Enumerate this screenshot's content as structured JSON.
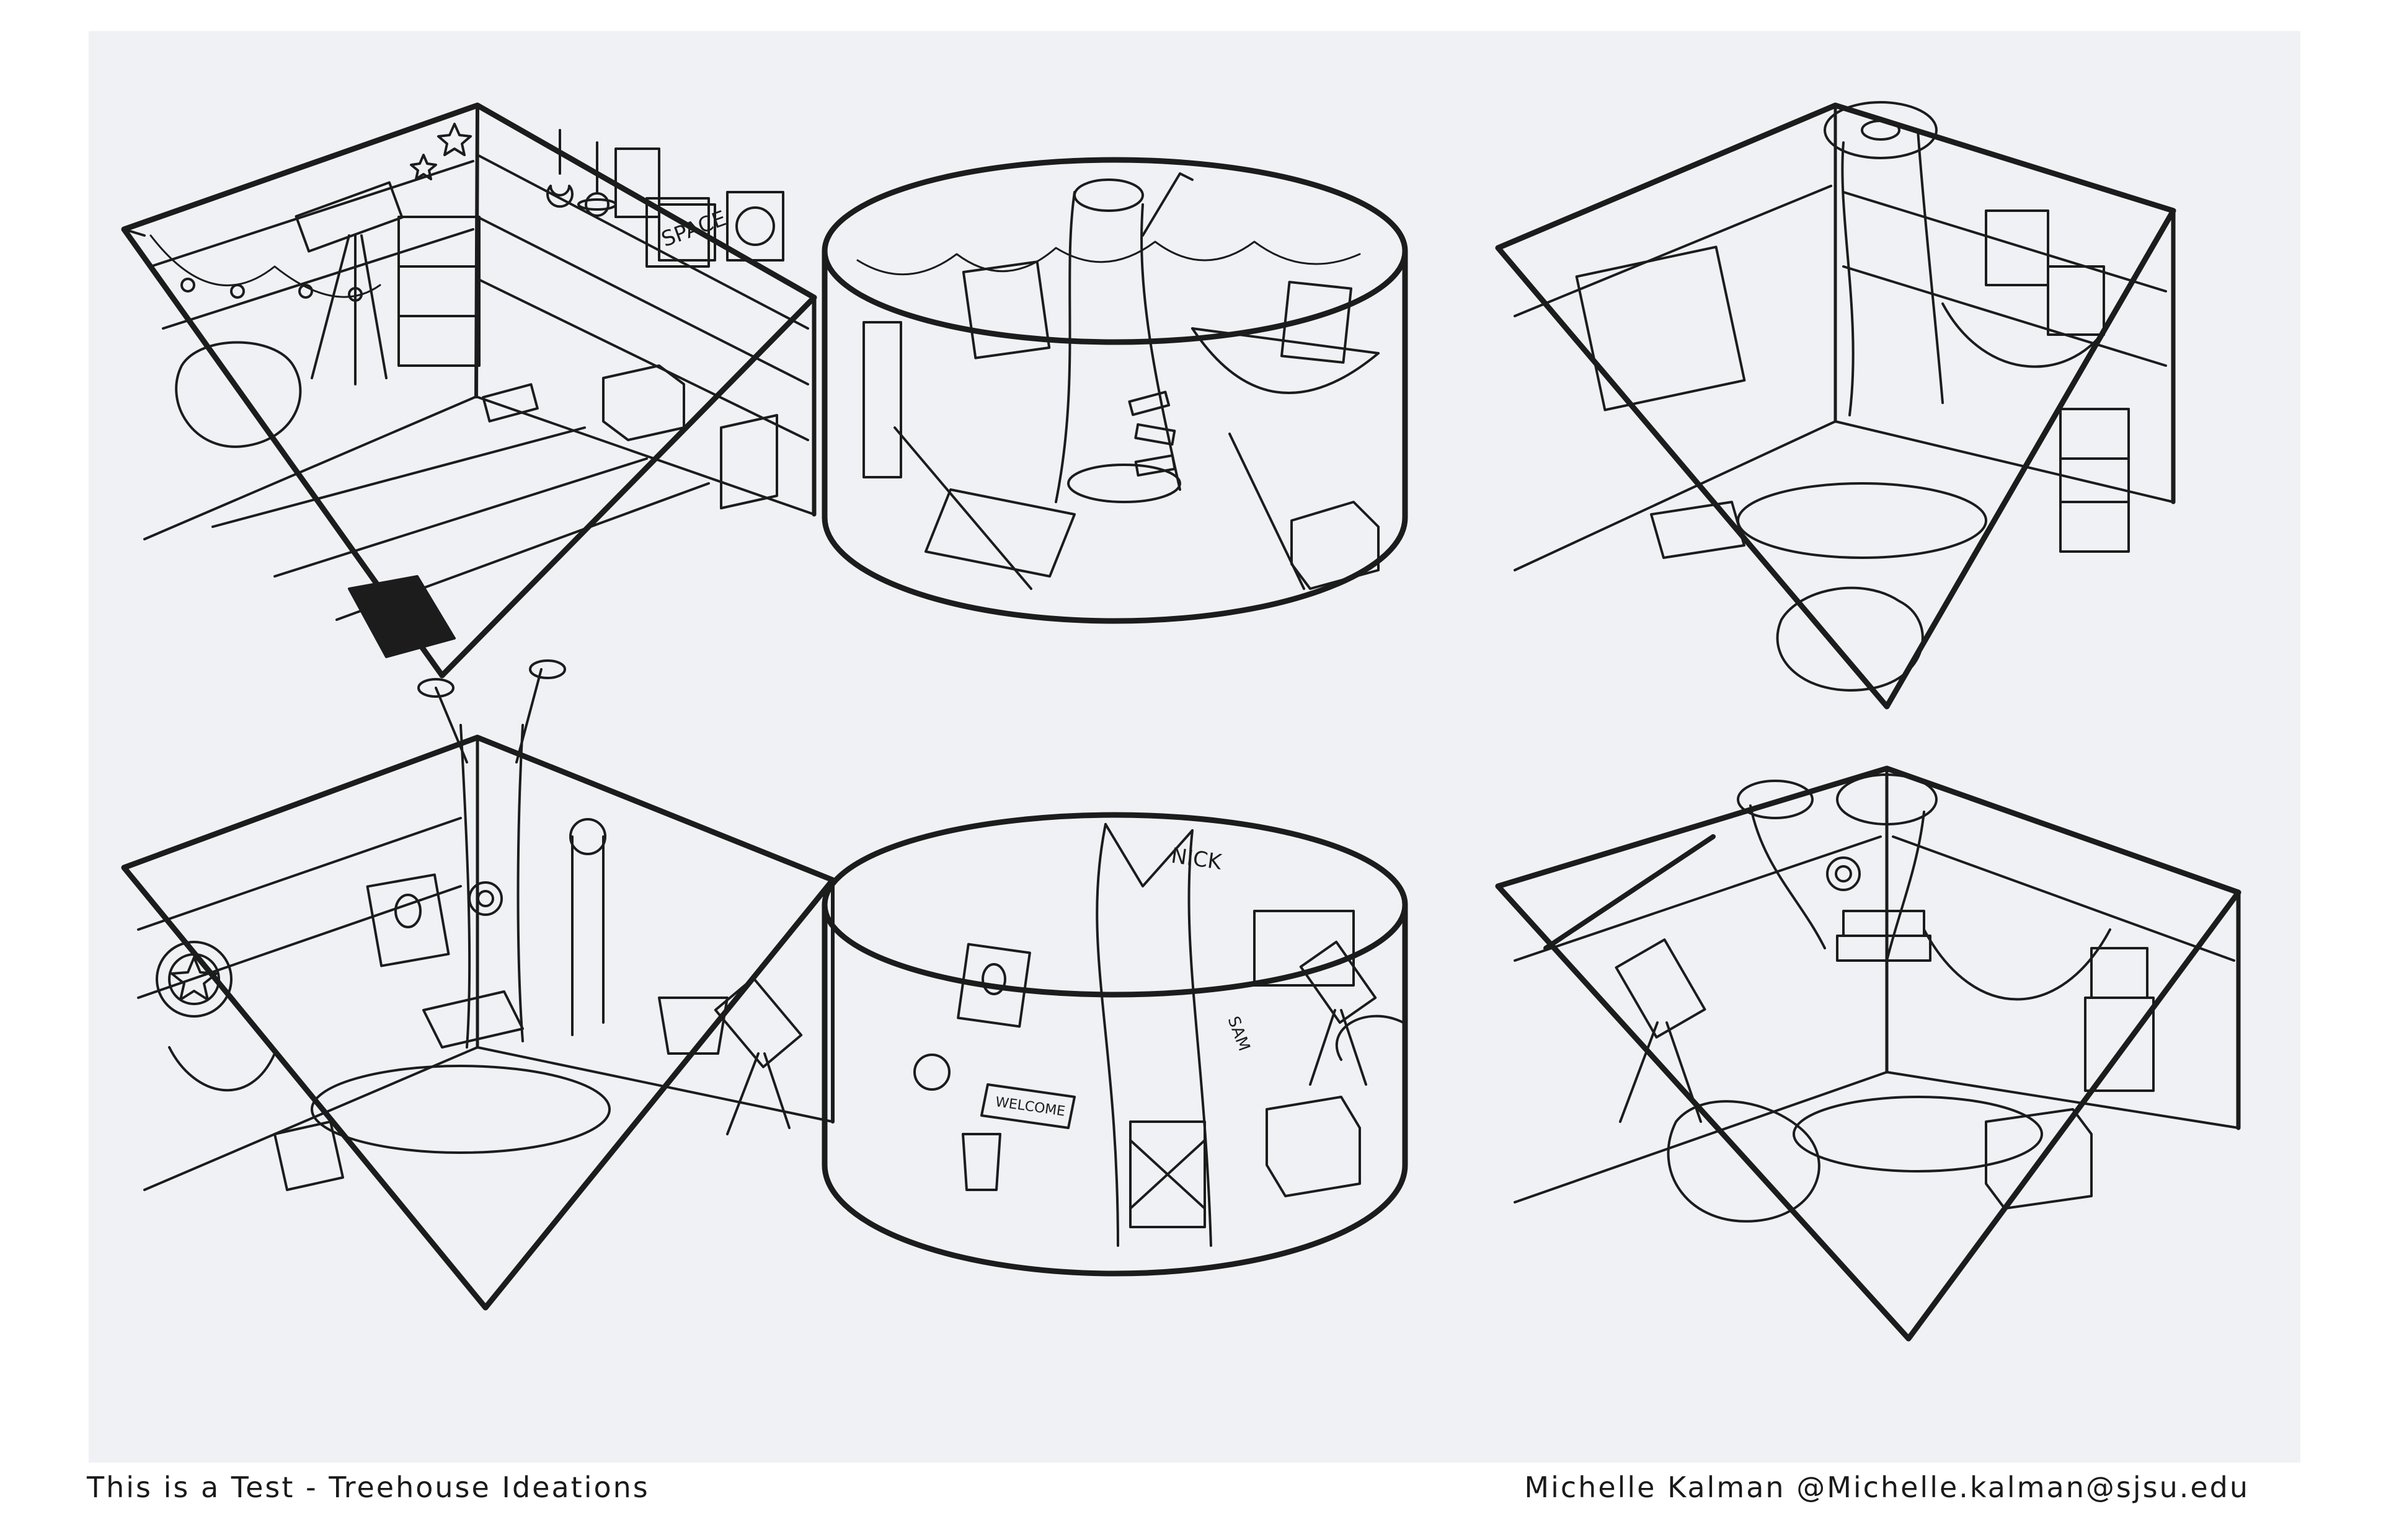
{
  "footer": {
    "title": "This is a Test - Treehouse Ideations",
    "credit": "Michelle Kalman @Michelle.kalman@sjsu.edu"
  },
  "sketch_labels": {
    "space_poster": "SPACE",
    "nick": "NICK",
    "sam": "SAM",
    "welcome": "WELCOME"
  },
  "colors": {
    "paper": "#f0f1f5",
    "ink": "#1c1c1c",
    "page": "#ffffff"
  }
}
